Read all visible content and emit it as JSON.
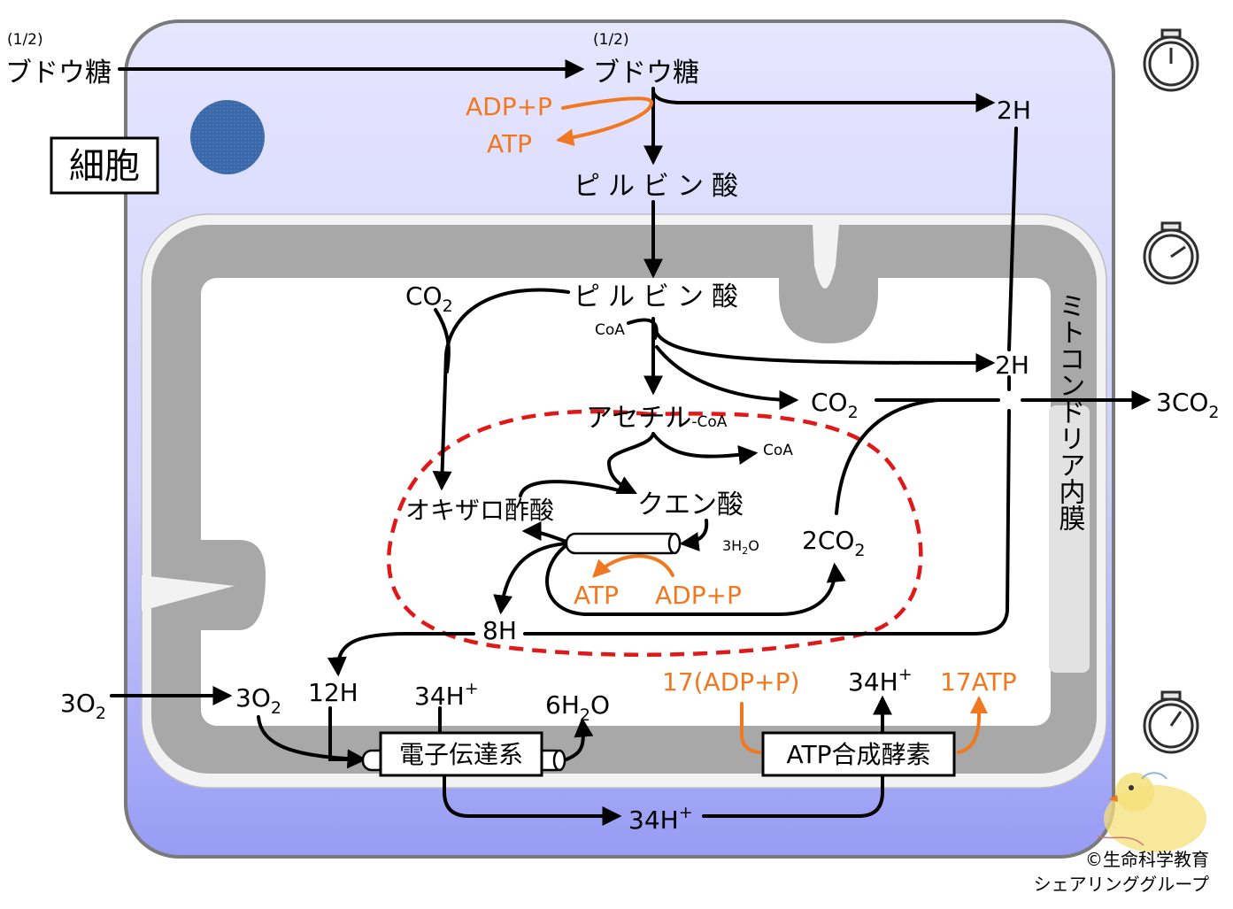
{
  "labels": {
    "cell": "細胞",
    "inner_membrane": "ミトコンドリア内膜",
    "half": "(1/2)",
    "glucose": "ブドウ糖",
    "adp_p": "ADP+P",
    "atp": "ATP",
    "pyruvic_acid": "ピルビン酸",
    "two_h": "2H",
    "coa": "CoA",
    "co2_sub": "2",
    "co": "CO",
    "acetyl": "アセチル",
    "acetyl_coa_suffix": "-CoA",
    "citric_acid": "クエン酸",
    "oxaloacetic_acid": "オキザロ酢酸",
    "h2o_3_prefix": "3H",
    "h2o_sub": "2",
    "h2o_suffix": "O",
    "two_co2_prefix": "2CO",
    "eight_h": "8H",
    "three_co2_prefix": "3CO",
    "o2_prefix": "3O",
    "twelve_h": "12H",
    "h34": "34H",
    "plus": "+",
    "h2o_6_prefix": "6H",
    "etc": "電子伝達系",
    "atp_synthase": "ATP合成酵素",
    "adp_p_17": "17(ADP+P)",
    "atp_17": "17ATP",
    "copyright_line1": "©生命科学教育",
    "copyright_line2": "シェアリンググループ"
  },
  "icons": [
    "stopwatch-icon",
    "stopwatch-icon",
    "stopwatch-icon",
    "chick-illustration"
  ],
  "colors": {
    "cytoplasm_top": "#e4e4ff",
    "cytoplasm_bottom": "#9ea2f5",
    "cell_border": "#7a7a7a",
    "membrane_gray": "#a8a8a8",
    "matrix": "#ffffff",
    "nucleus": "#3a68a8",
    "orange": "#f07820",
    "dashed_red": "#e01818",
    "arrow": "#000000"
  }
}
